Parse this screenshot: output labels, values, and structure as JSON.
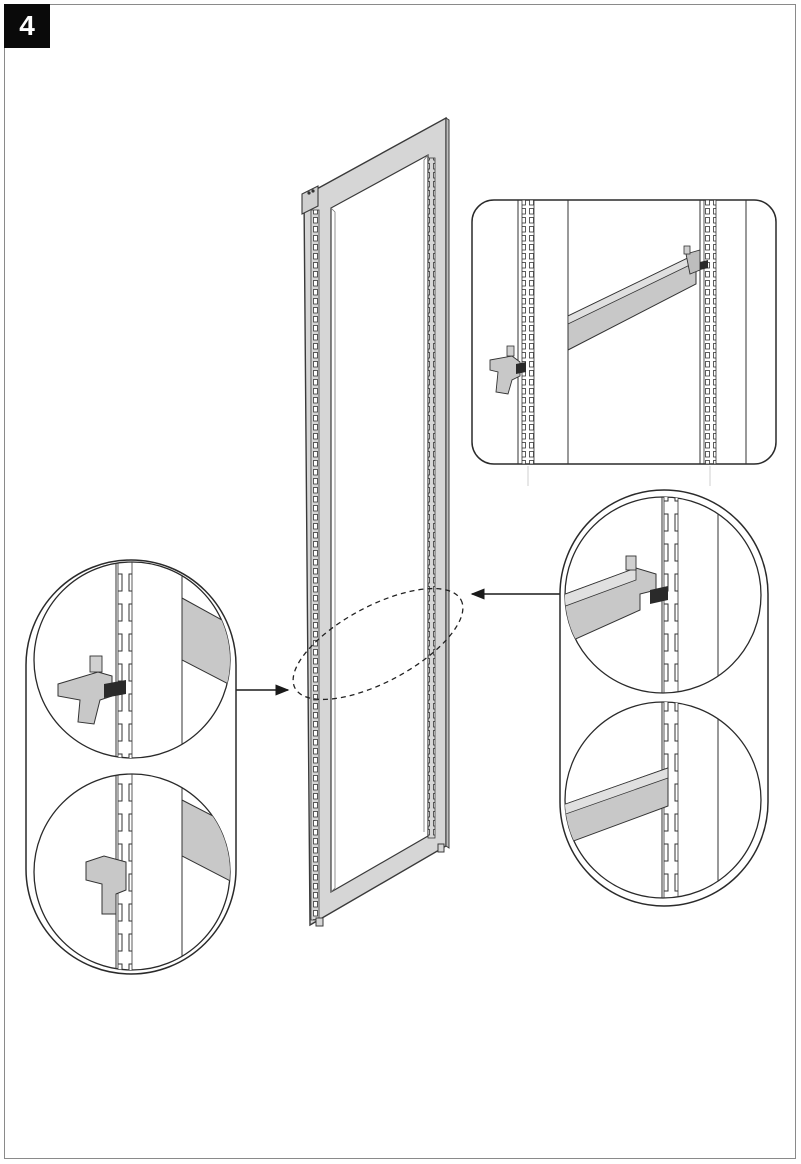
{
  "step": {
    "number": "4"
  },
  "colors": {
    "frame": "#d6d6d6",
    "frame_side": "#bdbdbd",
    "outline": "#3a3a3a",
    "rail_fill": "#c8c8c8",
    "rail_dark": "#9a9a9a",
    "callout_border": "#2a2a2a",
    "arrow": "#1a1a1a",
    "slot": "#ffffff"
  },
  "icons": [
    "step-number-badge",
    "door-frame",
    "bracket-hook-icon",
    "direction-arrow-icon"
  ]
}
